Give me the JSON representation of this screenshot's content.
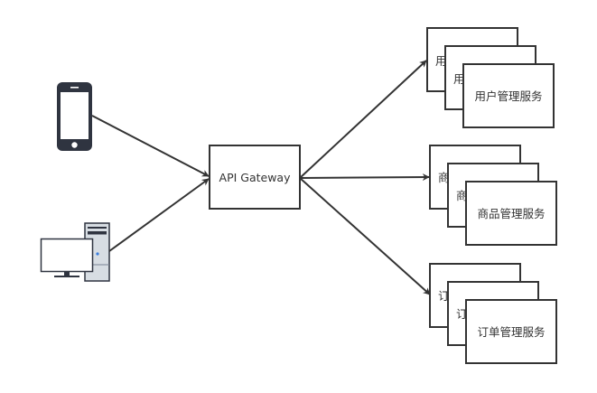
{
  "diagram": {
    "clients": [
      {
        "id": "mobile",
        "icon": "mobile-phone-icon"
      },
      {
        "id": "desktop",
        "icon": "desktop-computer-icon"
      }
    ],
    "gateway": {
      "label": "API Gateway"
    },
    "services": [
      {
        "id": "user",
        "label": "用户管理服务",
        "stack_labels": [
          "用",
          "用"
        ]
      },
      {
        "id": "product",
        "label": "商品管理服务",
        "stack_labels": [
          "商",
          "商"
        ]
      },
      {
        "id": "order",
        "label": "订单管理服务",
        "stack_labels": [
          "订",
          "订"
        ]
      }
    ],
    "edges": [
      {
        "from": "mobile",
        "to": "gateway"
      },
      {
        "from": "desktop",
        "to": "gateway"
      },
      {
        "from": "gateway",
        "to": "user"
      },
      {
        "from": "gateway",
        "to": "product"
      },
      {
        "from": "gateway",
        "to": "order"
      }
    ],
    "colors": {
      "stroke": "#333333",
      "device": "#2f3440",
      "tower_fill": "#d7dde3",
      "led": "#3b7ddd"
    }
  }
}
